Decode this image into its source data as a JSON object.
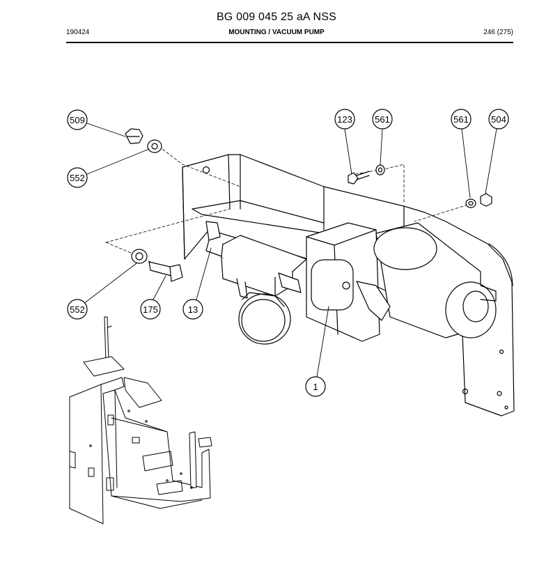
{
  "header": {
    "title": "BG 009 045 25 aA NSS",
    "date_code": "190424",
    "section": "MOUNTING / VACUUM PUMP",
    "page": "246 (275)"
  },
  "callouts": [
    "509",
    "552",
    "123",
    "561",
    "561",
    "504",
    "552",
    "175",
    "13",
    "1"
  ]
}
